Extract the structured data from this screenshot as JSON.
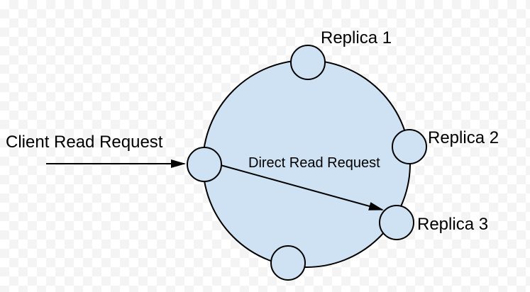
{
  "diagram": {
    "description": "Distributed replica ring read-path diagram",
    "nodes": [
      {
        "id": "top",
        "label": "Replica 1"
      },
      {
        "id": "right",
        "label": "Replica 2"
      },
      {
        "id": "bottom-right",
        "label": "Replica 3"
      },
      {
        "id": "left",
        "label": ""
      },
      {
        "id": "bottom",
        "label": ""
      }
    ],
    "arrows": {
      "client": {
        "label": "Client Read Request"
      },
      "direct": {
        "label": "Direct Read Request"
      }
    },
    "colors": {
      "node_fill": "#cfe2f3",
      "line": "#000000",
      "checker_gray": "#f4f4f4",
      "background": "#ffffff"
    }
  }
}
